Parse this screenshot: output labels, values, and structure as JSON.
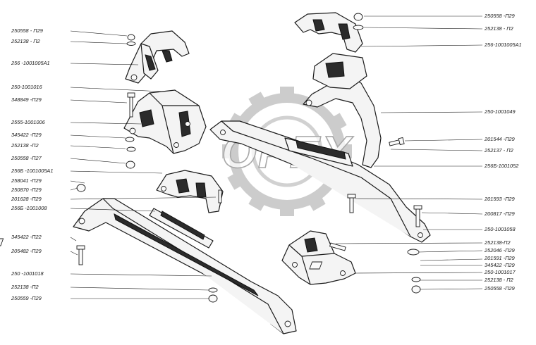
{
  "watermark": {
    "text": "OPEX",
    "color": "#b5b5b5"
  },
  "colors": {
    "line": "#1a1a1a",
    "fill": "#f4f4f4",
    "dark": "#2b2b2b"
  },
  "callouts": [
    {
      "id": "c1",
      "text": "250558 - П29"
    },
    {
      "id": "c2",
      "text": "252138 - П2"
    },
    {
      "id": "c3",
      "text": "256 -1001005А1"
    },
    {
      "id": "c4",
      "text": "250-1001016"
    },
    {
      "id": "c5",
      "text": "348849 -П29"
    },
    {
      "id": "c6",
      "text": "2555-1001006"
    },
    {
      "id": "c7",
      "text": "345422 -П29"
    },
    {
      "id": "c8",
      "text": "252138 -П2"
    },
    {
      "id": "c9",
      "text": "250558 -П27"
    },
    {
      "id": "c10",
      "text": "256Б -1001005А1"
    },
    {
      "id": "c11",
      "text": "258041 -П29"
    },
    {
      "id": "c12",
      "text": "250870 -П29"
    },
    {
      "id": "c13",
      "text": "201628 -П29"
    },
    {
      "id": "c14",
      "text": "256Б -1001008"
    },
    {
      "id": "c15",
      "text": "345422 -П22"
    },
    {
      "id": "c16",
      "text": "205482 -П29"
    },
    {
      "id": "c17",
      "text": "250 -1001018"
    },
    {
      "id": "c18",
      "text": "252138 -П2"
    },
    {
      "id": "c19",
      "text": "250559 -П29"
    },
    {
      "id": "c20",
      "text": "250558 -П29"
    },
    {
      "id": "c21",
      "text": "252138 - П2"
    },
    {
      "id": "c22",
      "text": "256-1001005А1"
    },
    {
      "id": "c23",
      "text": "250-1001049"
    },
    {
      "id": "c24",
      "text": "201544 -П29"
    },
    {
      "id": "c25",
      "text": "252137 - П2"
    },
    {
      "id": "c26",
      "text": "256Б-1001052"
    },
    {
      "id": "c27",
      "text": "201593 -П29"
    },
    {
      "id": "c28",
      "text": "200817 -П29"
    },
    {
      "id": "c29",
      "text": "250-1001058"
    },
    {
      "id": "c30",
      "text": "252138-П2"
    },
    {
      "id": "c31",
      "text": "252046 -П29"
    },
    {
      "id": "c32",
      "text": "201591 -П29"
    },
    {
      "id": "c33",
      "text": "345422 -П29"
    },
    {
      "id": "c34",
      "text": "250-1001017"
    },
    {
      "id": "c35",
      "text": "252138 - П2"
    },
    {
      "id": "c36",
      "text": "250558 -П29"
    }
  ]
}
